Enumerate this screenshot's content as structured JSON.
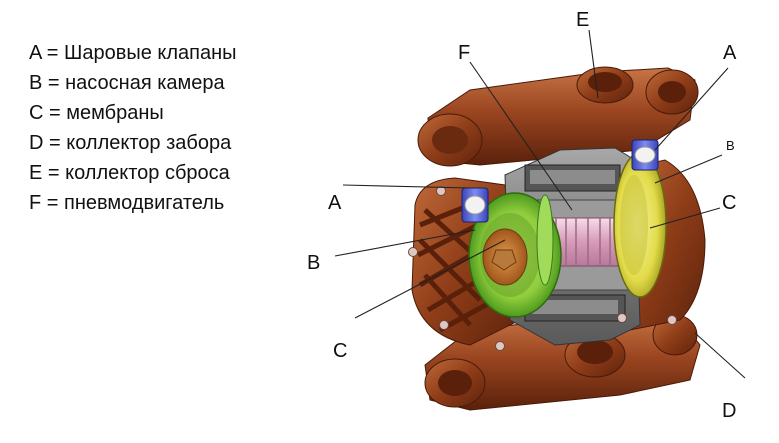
{
  "legend": [
    "A = Шаровые клапаны",
    "B = насосная камера",
    "C = мембраны",
    "D = коллектор забора",
    "E = коллектор сброса",
    "F = пневмодвигатель"
  ],
  "callouts": {
    "e_top": "E",
    "f_top": "F",
    "a_right": "A",
    "b_right": "B",
    "c_right": "C",
    "a_left": "A",
    "b_left": "B",
    "c_left": "C",
    "d_right": "D"
  },
  "colors": {
    "body_brown": "#8a3a18",
    "body_light": "#b45a30",
    "diaphragm_green": "#7cc23a",
    "diaphragm_yellow": "#e6e050",
    "shaft_pink": "#e8b8d0",
    "grey_metal": "#7d7d7d",
    "valve_blue": "#5a68d8"
  }
}
